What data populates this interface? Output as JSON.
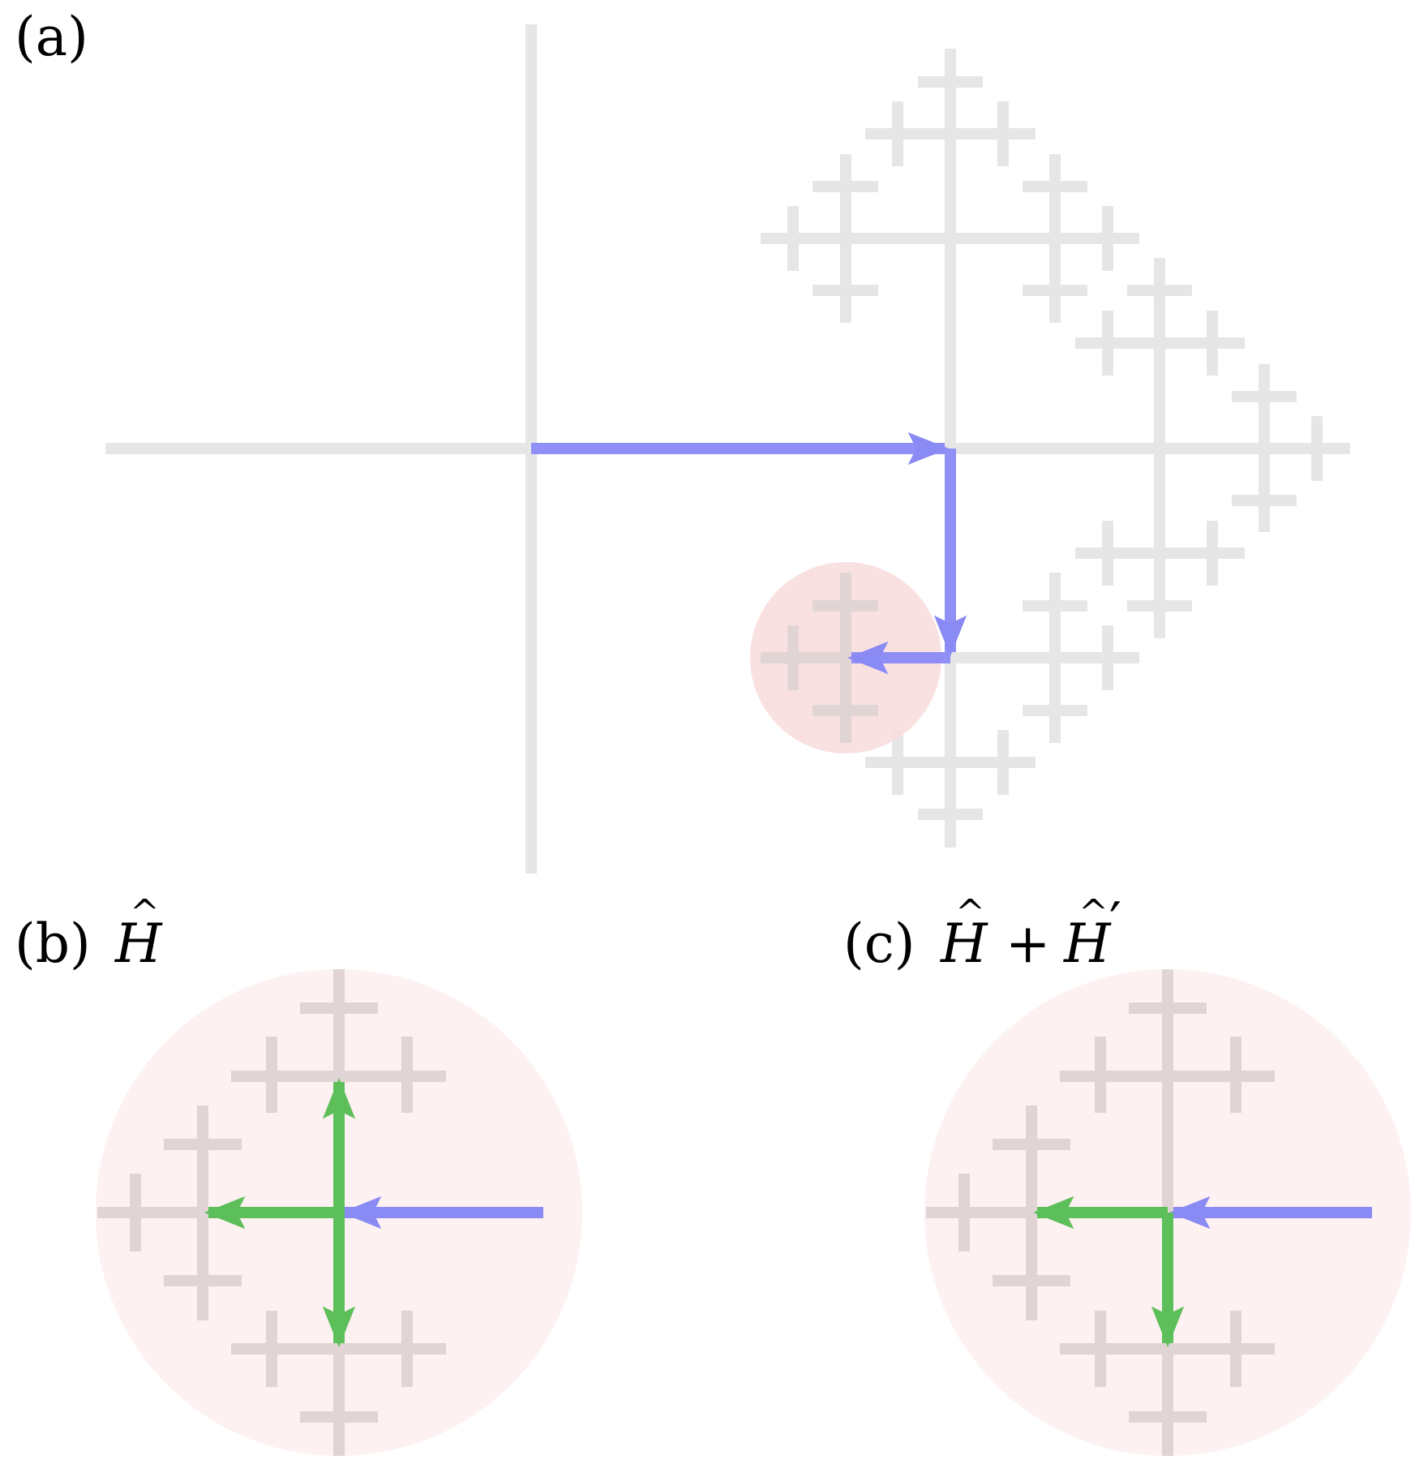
{
  "labels": {
    "a": "(a)",
    "b": "(b)",
    "c": "(c)",
    "operator_symbol": "H",
    "operator_hat": "^",
    "plus": "+",
    "prime": "′"
  },
  "colors": {
    "lattice": "#e6e6e6",
    "lattice_inset": "#e1d4d4",
    "path": "#8a8af5",
    "green": "#5cbf5a",
    "focus_circle": "#f9dcdc",
    "inset_circle": "#fdf1f1"
  },
  "icons": {
    "arrow": "triangle-arrowhead",
    "focus": "red-circle-highlight"
  }
}
